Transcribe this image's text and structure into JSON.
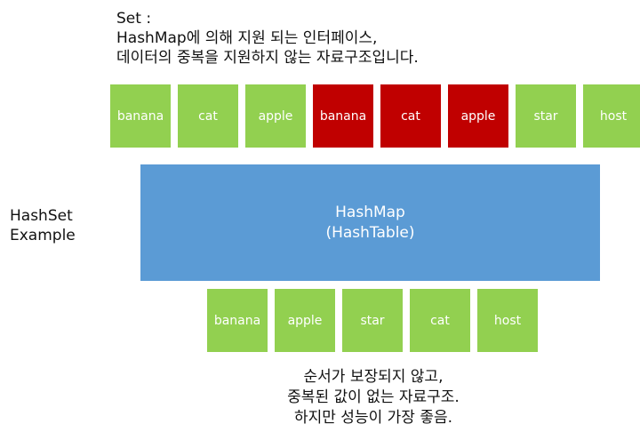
{
  "title": {
    "lines": [
      "Set :",
      "HashMap에 의해 지원 되는 인터페이스,",
      "데이터의 중복을 지원하지 않는 자료구조입니다."
    ]
  },
  "colors": {
    "unique": "#92d050",
    "duplicate": "#c00000",
    "hashmap": "#5b9bd5"
  },
  "input_items": [
    {
      "label": "banana",
      "status": "unique"
    },
    {
      "label": "cat",
      "status": "unique"
    },
    {
      "label": "apple",
      "status": "unique"
    },
    {
      "label": "banana",
      "status": "duplicate"
    },
    {
      "label": "cat",
      "status": "duplicate"
    },
    {
      "label": "apple",
      "status": "duplicate"
    },
    {
      "label": "star",
      "status": "unique"
    },
    {
      "label": "host",
      "status": "unique"
    }
  ],
  "hashmap": {
    "line1": "HashMap",
    "line2": "(HashTable)"
  },
  "side_label": {
    "line1": "HashSet",
    "line2": "Example"
  },
  "output_items": [
    {
      "label": "banana"
    },
    {
      "label": "apple"
    },
    {
      "label": "star"
    },
    {
      "label": "cat"
    },
    {
      "label": "host"
    }
  ],
  "note": {
    "lines": [
      "순서가 보장되지 않고,",
      "중복된 값이 없는 자료구조.",
      "하지만 성능이 가장 좋음."
    ]
  }
}
